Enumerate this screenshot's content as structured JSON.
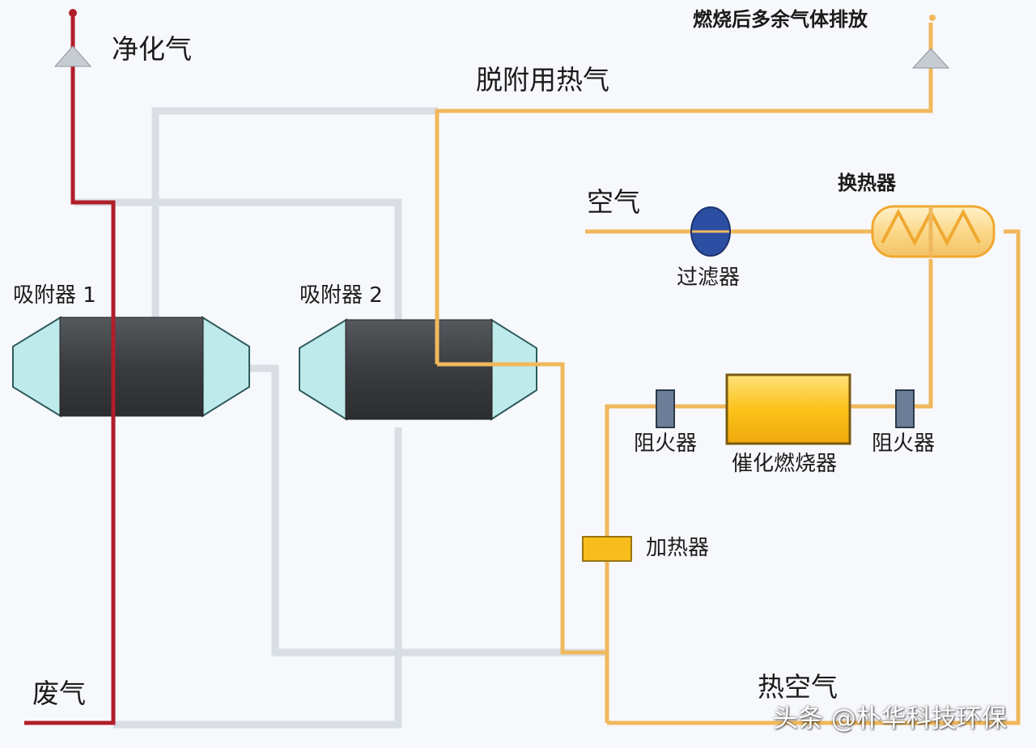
{
  "labels": {
    "purified_gas": "净化气",
    "exhaust_after_combustion": "燃烧后多余气体排放",
    "desorption_hot_gas": "脱附用热气",
    "air": "空气",
    "heat_exchanger": "换热器",
    "filter": "过滤器",
    "adsorber_1": "吸附器 1",
    "adsorber_2": "吸附器 2",
    "flame_arrester_left": "阻火器",
    "flame_arrester_right": "阻火器",
    "catalytic_burner": "催化燃烧器",
    "heater": "加热器",
    "waste_gas": "废气",
    "hot_air": "热空气"
  },
  "watermark": "头条 @朴华科技环保",
  "colors": {
    "waste_gas_line": "#b01e2a",
    "hot_gas_line": "#f0b85c",
    "clean_line": "#d9dde4",
    "adsorber_body": "#3b3d40",
    "adsorber_cap": "#bfeaec",
    "filter": "#2d4fa3",
    "catalytic_burner": "#fbc21a",
    "heater": "#f8bd1d",
    "arrester": "#6a7f97"
  },
  "icons": [
    "vent-cone-icon",
    "vent-cone-icon"
  ]
}
